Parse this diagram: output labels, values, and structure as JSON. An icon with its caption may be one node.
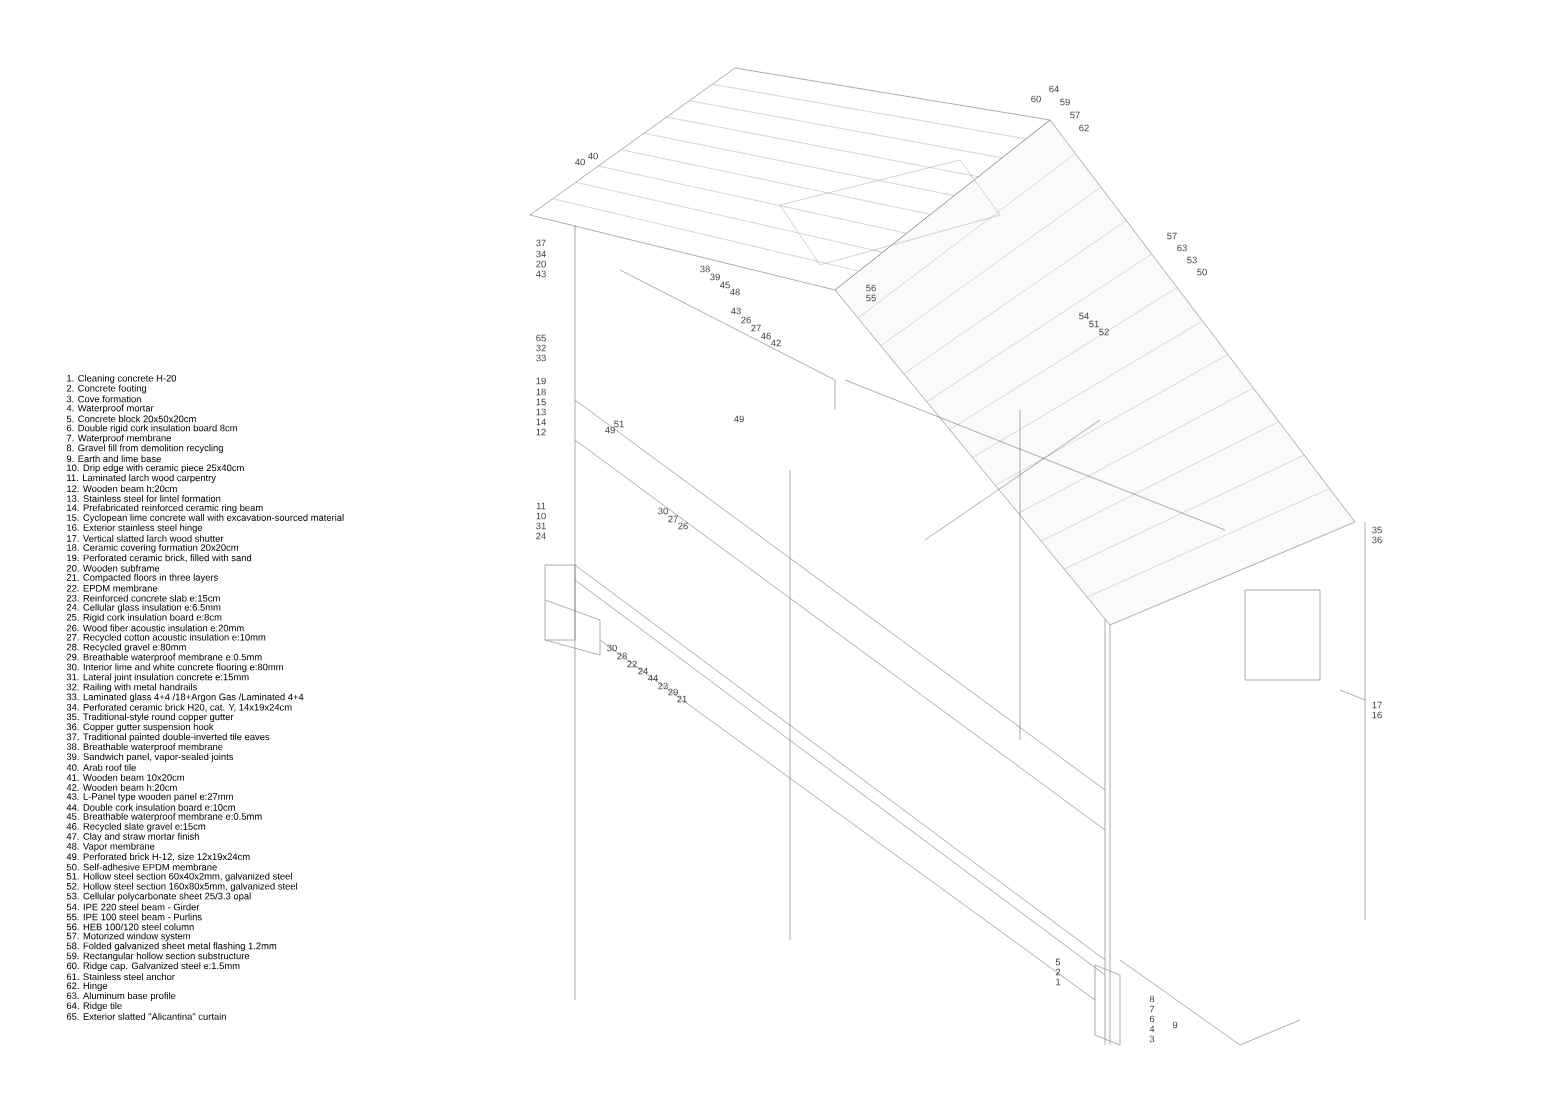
{
  "diagram": {
    "labels": [
      "1. Cleaning concrete H-20",
      "2. Concrete footing",
      "3. Cove formation",
      "4. Waterproof mortar",
      "5. Concrete block 20x50x20cm",
      "6. Double rigid cork insulation board 8cm",
      "7. Waterproof membrane",
      "8. Gravel fill from demolition recycling",
      "9. Earth and lime base",
      "10. Drip edge with ceramic piece 25x40cm",
      "11. Laminated larch wood carpentry",
      "12. Wooden beam h:20cm",
      "13. Stainless steel for lintel formation",
      "14. Prefabricated reinforced ceramic ring beam",
      "15. Cyclopean lime concrete wall with excavation-sourced material",
      "16. Exterior stainless steel hinge",
      "17. Vertical slatted larch wood shutter",
      "18. Ceramic covering formation 20x20cm",
      "19. Perforated ceramic brick, filled with sand",
      "20. Wooden subframe",
      "21. Compacted floors in three layers",
      "22. EPDM membrane",
      "23. Reinforced concrete slab e:15cm",
      "24. Cellular glass insulation e:6.5mm",
      "25. Rigid cork insulation board e:8cm",
      "26. Wood fiber acoustic insulation e:20mm",
      "27. Recycled cotton acoustic insulation e:10mm",
      "28. Recycled gravel e:80mm",
      "29. Breathable waterproof membrane e:0.5mm",
      "30. Interior lime and white concrete flooring e:80mm",
      "31. Lateral joint insulation concrete e:15mm",
      "32. Railing with metal handrails",
      "33. Laminated glass 4+4 /18+Argon Gas /Laminated 4+4",
      "34. Perforated ceramic brick H20, cat. Y, 14x19x24cm",
      "35. Traditional-style round copper gutter",
      "36. Copper gutter suspension hook",
      "37. Traditional painted double-inverted tile eaves",
      "38. Breathable waterproof membrane",
      "39. Sandwich panel, vapor-sealed joints",
      "40. Arab roof tile",
      "41. Wooden beam 10x20cm",
      "42. Wooden beam h:20cm",
      "43. L-Panel type wooden panel e:27mm",
      "44. Double cork insulation board e:10cm",
      "45. Breathable waterproof membrane e:0.5mm",
      "46. Recycled slate gravel e:15cm",
      "47. Clay and straw mortar finish",
      "48. Vapor membrane",
      "49. Perforated brick H-12, size 12x19x24cm",
      "50. Self-adhesive EPDM membrane",
      "51. Hollow steel section 60x40x2mm, galvanized steel",
      "52. Hollow steel section 160x80x5mm, galvanized steel",
      "53. Cellular polycarbonate sheet 25/3.3 opal",
      "54. IPE 220 steel beam - Girder",
      "55. IPE 100 steel beam - Purlins",
      "56. HEB 100/120 steel column",
      "57. Motorized window system",
      "58. Folded galvanized sheet metal flashing 1.2mm",
      "59. Rectangular hollow section substructure",
      "60. Ridge cap. Galvanized steel e:1.5mm",
      "61. Stainless steel anchor",
      "62. Hinge",
      "63. Aluminum base profile",
      "64. Ridge tile",
      "65. Exterior slatted \"Alicantina\" curtain",
      "40",
      "40",
      "60",
      "64",
      "59",
      "57",
      "62",
      "37",
      "34",
      "20",
      "43",
      "38",
      "39",
      "45",
      "48",
      "56",
      "55",
      "57",
      "63",
      "53",
      "50",
      "43",
      "26",
      "27",
      "46",
      "42",
      "54",
      "51",
      "52",
      "65",
      "32",
      "33",
      "19",
      "18",
      "15",
      "13",
      "14",
      "12",
      "49",
      "51",
      "49",
      "11",
      "10",
      "31",
      "24",
      "30",
      "27",
      "26",
      "35",
      "36",
      "30",
      "28",
      "22",
      "24",
      "44",
      "23",
      "29",
      "21",
      "17",
      "16",
      "5",
      "2",
      "1",
      "8",
      "7",
      "6",
      "4",
      "3",
      "9"
    ]
  }
}
